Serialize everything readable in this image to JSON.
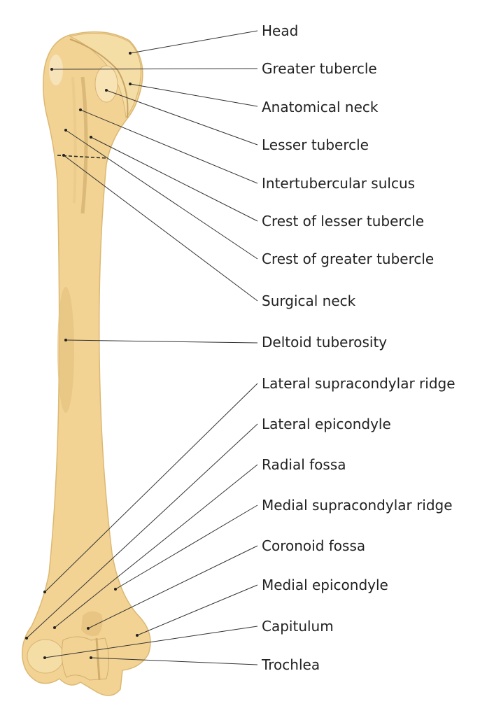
{
  "diagram": {
    "labels": [
      "Head",
      "Greater tubercle",
      "Anatomical neck",
      "Lesser tubercle",
      "Intertubercular sulcus",
      "Crest of lesser tubercle",
      "Crest of greater tubercle",
      "Surgical neck",
      "Deltoid tuberosity",
      "Lateral supracondylar ridge",
      "Lateral epicondyle",
      "Radial fossa",
      "Medial supracondylar ridge",
      "Coronoid fossa",
      "Medial epicondyle",
      "Capitulum",
      "Trochlea"
    ]
  },
  "colors": {
    "bone": "#f2d394",
    "bone_shade": "#e6c27e",
    "bone_light": "#f8e3b4",
    "line": "#333333",
    "text": "#222222"
  }
}
